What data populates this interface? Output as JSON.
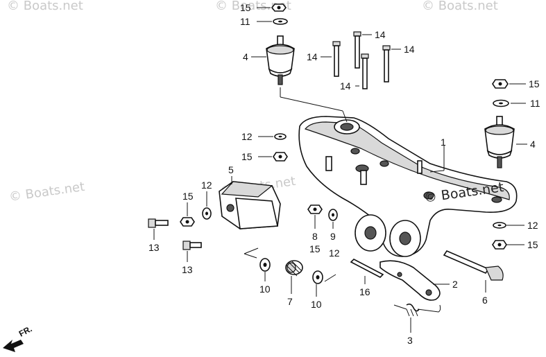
{
  "watermarks": {
    "top_left": "© Boats.net",
    "top_center": "© Boats.net",
    "top_right": "© Boats.net",
    "mid_left": "© Boats.net",
    "mid_center": "© Boats.net",
    "main": "© Boats.net"
  },
  "direction_label": "FR.",
  "callouts": {
    "c15_top": "15",
    "c11_top": "11",
    "c4_left": "4",
    "c14_a": "14",
    "c14_b": "14",
    "c14_c": "14",
    "c14_d": "14",
    "c15_right": "15",
    "c11_right": "11",
    "c4_right": "4",
    "c1": "1",
    "c12_a": "12",
    "c15_a": "15",
    "c5": "5",
    "c15_b": "15",
    "c12_b": "12",
    "c13_a": "13",
    "c13_b": "13",
    "c8": "8",
    "c9": "9",
    "c15_c": "15",
    "c12_c": "12",
    "c12_right": "12",
    "c15_right_low": "15",
    "c10_a": "10",
    "c7": "7",
    "c10_b": "10",
    "c16": "16",
    "c2": "2",
    "c6": "6",
    "c3": "3"
  }
}
